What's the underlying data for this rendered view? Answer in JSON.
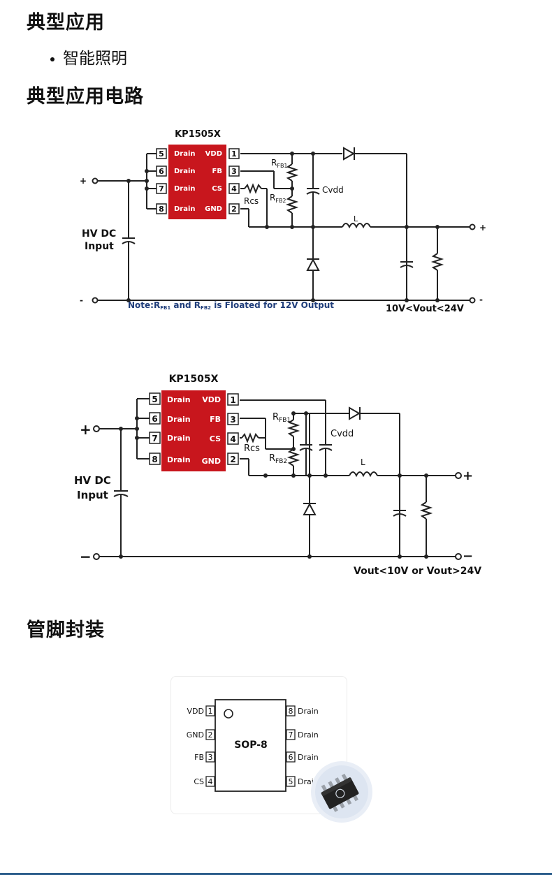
{
  "sections": {
    "typical_apps_title": "典型应用",
    "typical_apps_items": [
      "智能照明"
    ],
    "circuit_title": "典型应用电路",
    "package_title": "管脚封装"
  },
  "circuit1": {
    "chip_name": "KP1505X",
    "pins_left": [
      {
        "num": "5",
        "label": "Drain"
      },
      {
        "num": "6",
        "label": "Drain"
      },
      {
        "num": "7",
        "label": "Drain"
      },
      {
        "num": "8",
        "label": "Drain"
      }
    ],
    "pins_right": [
      {
        "num": "1",
        "label": "VDD"
      },
      {
        "num": "3",
        "label": "FB"
      },
      {
        "num": "4",
        "label": "CS"
      },
      {
        "num": "2",
        "label": "GND"
      }
    ],
    "rfb1_main": "R",
    "rfb1_sub": "FB1",
    "rfb2_main": "R",
    "rfb2_sub": "FB2",
    "rcs": "Rcs",
    "cvdd": "Cvdd",
    "inductor": "L",
    "plus": "+",
    "minus": "-",
    "input_line1": "HV DC",
    "input_line2": "Input",
    "note_prefix": "Note:R",
    "note_sub1": "FB1",
    "note_mid": " and R",
    "note_sub2": "FB2",
    "note_suffix": " is Floated for 12V Output",
    "vout_range": "10V<Vout<24V"
  },
  "circuit2": {
    "chip_name": "KP1505X",
    "pins_left": [
      {
        "num": "5",
        "label": "Drain"
      },
      {
        "num": "6",
        "label": "Drain"
      },
      {
        "num": "7",
        "label": "Drain"
      },
      {
        "num": "8",
        "label": "Drain"
      }
    ],
    "pins_right": [
      {
        "num": "1",
        "label": "VDD"
      },
      {
        "num": "3",
        "label": "FB"
      },
      {
        "num": "4",
        "label": "CS"
      },
      {
        "num": "2",
        "label": "GND"
      }
    ],
    "rfb1_main": "R",
    "rfb1_sub": "FB1",
    "rfb2_main": "R",
    "rfb2_sub": "FB2",
    "rcs": "Rcs",
    "cvdd": "Cvdd",
    "inductor": "L",
    "plus": "+",
    "minus": "−",
    "input_line1": "HV DC",
    "input_line2": "Input",
    "vout_range": "Vout<10V or Vout>24V"
  },
  "package": {
    "name": "SOP-8",
    "left_pins": [
      {
        "label": "VDD",
        "num": "1"
      },
      {
        "label": "GND",
        "num": "2"
      },
      {
        "label": "FB",
        "num": "3"
      },
      {
        "label": "CS",
        "num": "4"
      }
    ],
    "right_pins": [
      {
        "num": "8",
        "label": "Drain"
      },
      {
        "num": "7",
        "label": "Drain"
      },
      {
        "num": "6",
        "label": "Drain"
      },
      {
        "num": "5",
        "label": "Drain"
      }
    ]
  },
  "colors": {
    "chip_red": "#c8161d",
    "note_blue": "#1f3d7a",
    "footer_line": "#2d5e8c"
  }
}
